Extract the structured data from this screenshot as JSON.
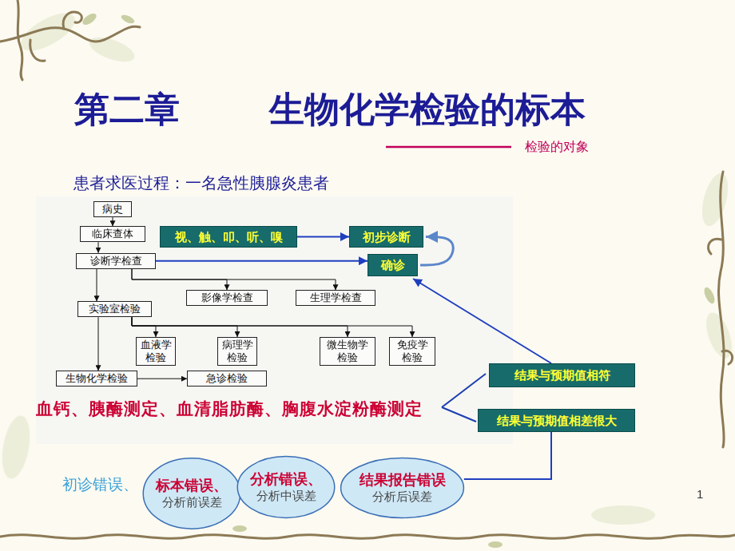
{
  "diagram": {
    "title": "第二章 生物化学检验的标本",
    "nodes": [
      {
        "text": [
          "病史"
        ]
      },
      {
        "text": [
          "临床查体"
        ]
      },
      {
        "text": [
          "视、触、叩、听、嗅"
        ]
      },
      {
        "text": [
          "初步诊断"
        ]
      },
      {
        "text": [
          "诊断学检查"
        ]
      },
      {
        "text": [
          "确诊"
        ]
      },
      {
        "text": [
          "实验室检验"
        ]
      },
      {
        "text": [
          "影像学检查"
        ]
      },
      {
        "text": [
          "生理学检查"
        ]
      },
      {
        "text": [
          "血液学检验"
        ]
      },
      {
        "text": [
          "病理学检验"
        ]
      },
      {
        "text": [
          "微生物学检验"
        ]
      },
      {
        "text": [
          "免疫学检验"
        ]
      },
      {
        "text": [
          "生物化学检验"
        ]
      },
      {
        "text": [
          "急诊检验"
        ]
      },
      {
        "text": [
          "结果与预期值相符"
        ]
      },
      {
        "text": [
          "结果与预期值相差很大"
        ]
      },
      {
        "text": [
          "标本错误、",
          "分析前误差"
        ]
      },
      {
        "text": [
          "分析错误、",
          "分析中误差"
        ]
      },
      {
        "text": [
          "结果报告错误",
          "分析后误差"
        ]
      }
    ],
    "edges": [
      {
        "from": 0,
        "to": 1,
        "arrow": "to"
      },
      {
        "from": 1,
        "to": 4,
        "arrow": "to"
      },
      {
        "from": 2,
        "to": 3,
        "arrow": "to"
      },
      {
        "from": 4,
        "to": 5,
        "arrow": "to"
      },
      {
        "from": 5,
        "to": 3,
        "arrow": "to"
      },
      {
        "from": 4,
        "to": 6,
        "arrow": "to"
      },
      {
        "from": 4,
        "to": 7,
        "arrow": "to"
      },
      {
        "from": 4,
        "to": 8,
        "arrow": "to"
      },
      {
        "from": 6,
        "to": 9,
        "arrow": "to"
      },
      {
        "from": 6,
        "to": 10,
        "arrow": "to"
      },
      {
        "from": 6,
        "to": 11,
        "arrow": "to"
      },
      {
        "from": 6,
        "to": 12,
        "arrow": "to"
      },
      {
        "from": 6,
        "to": 13,
        "arrow": "to"
      },
      {
        "from": 13,
        "to": 14,
        "arrow": "to"
      },
      {
        "from": 15,
        "to": 5,
        "arrow": "to"
      },
      {
        "from": 16,
        "to": 19,
        "arrow": "none"
      }
    ],
    "labels": [
      "检验的对象",
      "患者求医过程：一名急性胰腺炎患者",
      "血钙、胰酶测定、血清脂肪酶、胸腹水淀粉酶测定",
      "初诊错误、",
      "1"
    ]
  }
}
